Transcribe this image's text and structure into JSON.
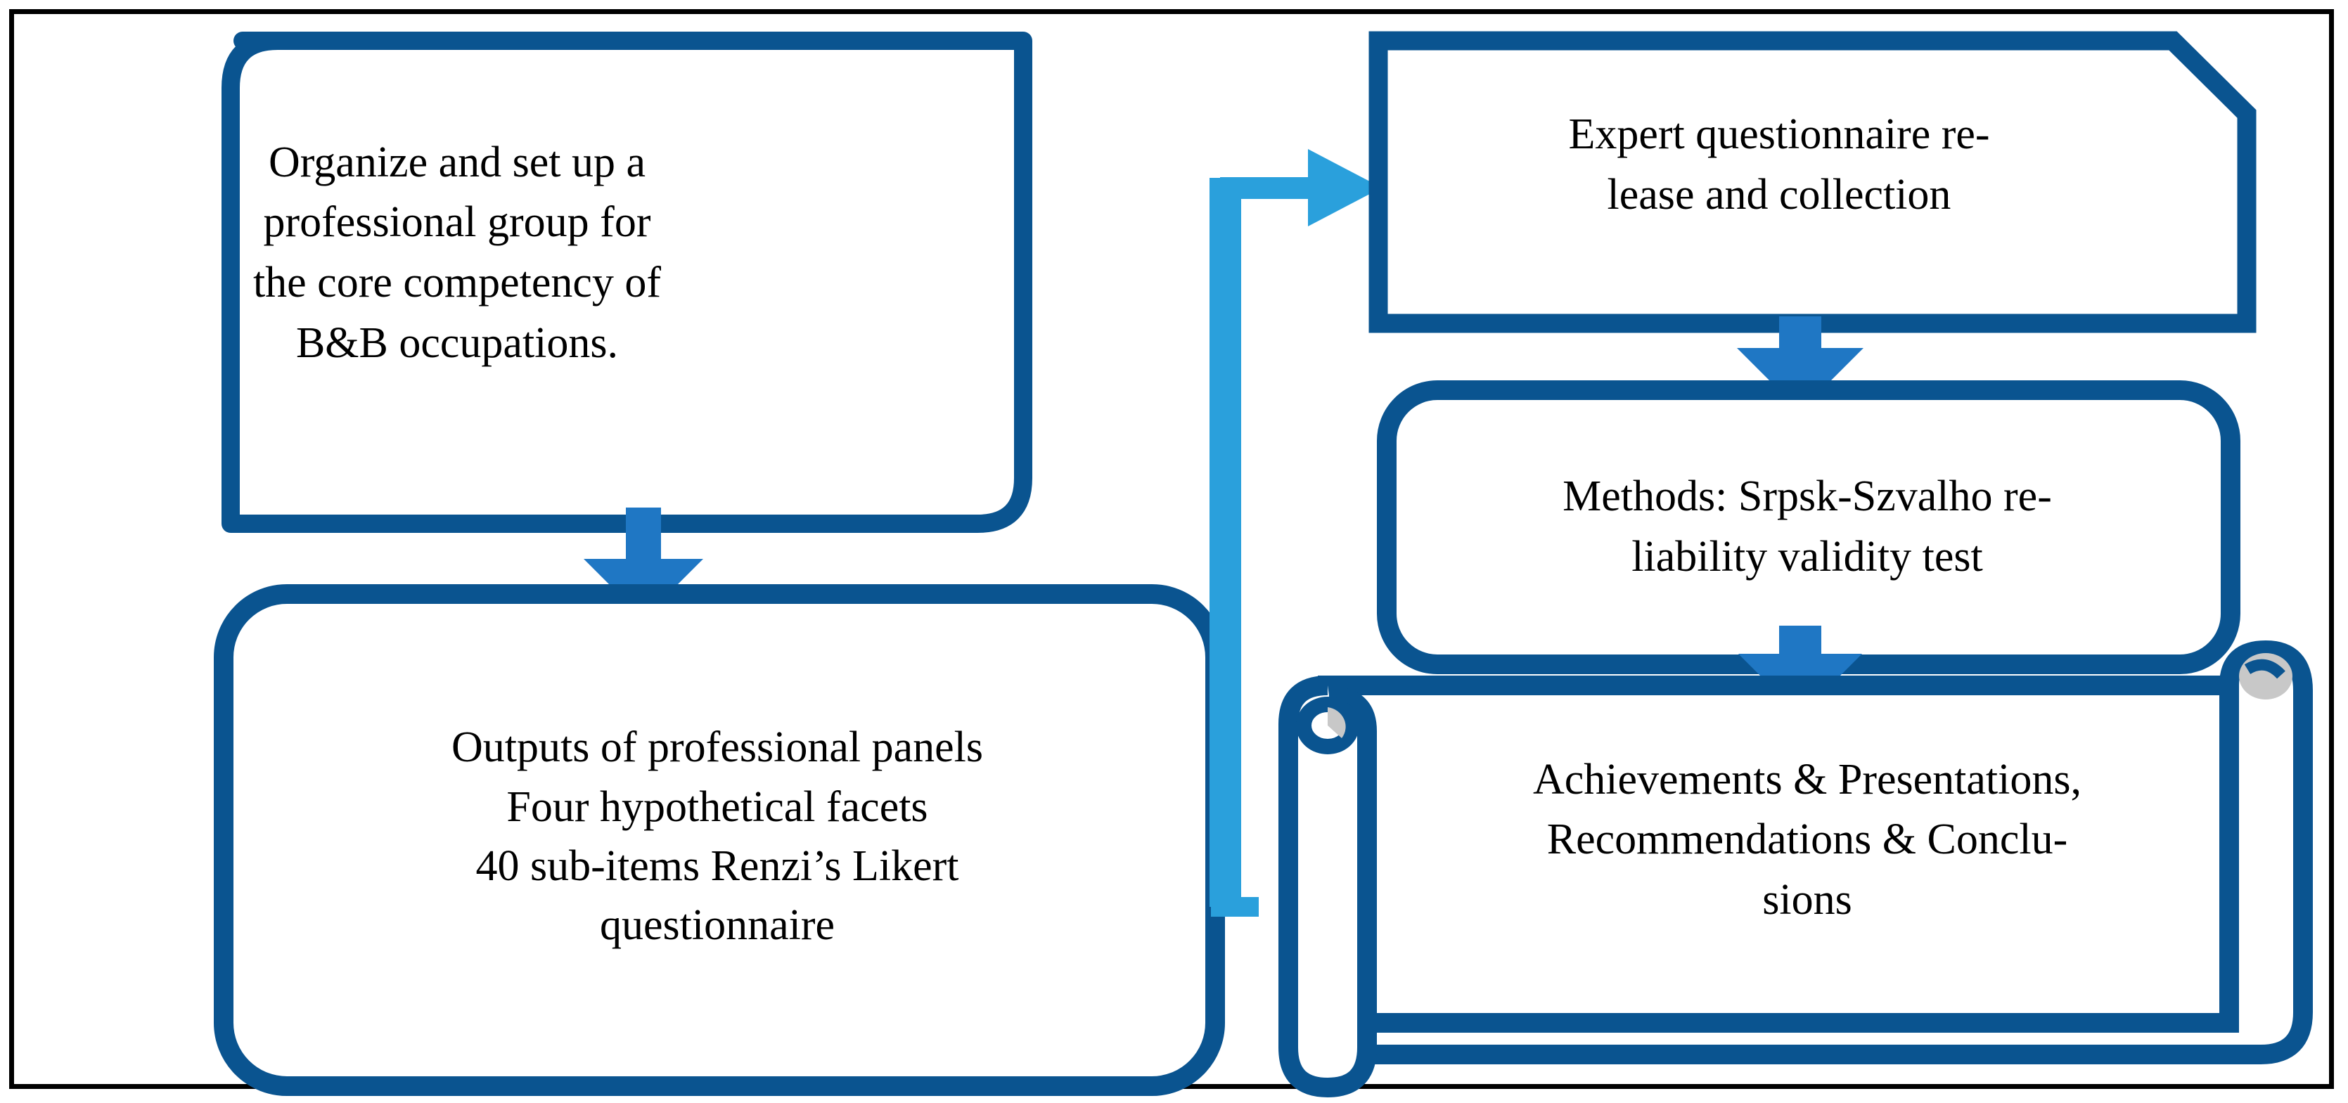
{
  "figure": {
    "kind": "flowchart",
    "orientation": "two-column",
    "colors": {
      "node_border_dark_blue": "#0A5490",
      "arrow_mid_blue": "#1F77C4",
      "connector_light_blue": "#2AA0DC",
      "frame_black": "#000000",
      "node_fill_white": "#FFFFFF",
      "scroll_curl_gray": "#C8C8C8"
    }
  },
  "nodes": [
    {
      "id": "node-1",
      "shape": "rounded-rectangle",
      "lines": [
        "Organize and set up a",
        "professional group for",
        "the core competency of",
        "B&B occupations."
      ]
    },
    {
      "id": "node-2",
      "shape": "rounded-rectangle",
      "lines": [
        "Outputs of professional panels",
        "Four hypothetical facets",
        "40 sub-items Renzi’s Likert",
        "questionnaire"
      ]
    },
    {
      "id": "node-3",
      "shape": "snip-corner-rectangle",
      "lines": [
        "Expert questionnaire re-",
        "lease and collection"
      ]
    },
    {
      "id": "node-4",
      "shape": "rounded-rectangle",
      "lines": [
        "Methods: Srpsk-Szvalho re-",
        "liability validity test"
      ]
    },
    {
      "id": "node-5",
      "shape": "horizontal-scroll",
      "lines": [
        "Achievements & Presentations,",
        "Recommendations & Conclu-",
        "sions"
      ]
    }
  ],
  "connectors": [
    {
      "id": "arrow-1-to-2",
      "type": "straight-down-arrow",
      "from": "node-1",
      "to": "node-2",
      "color": "#1F77C4"
    },
    {
      "id": "arrow-2-to-3",
      "type": "elbow-right-arrow",
      "from": "node-2",
      "to": "node-3",
      "color": "#2AA0DC"
    },
    {
      "id": "arrow-3-to-4",
      "type": "straight-down-arrow",
      "from": "node-3",
      "to": "node-4",
      "color": "#1F77C4"
    },
    {
      "id": "arrow-4-to-5",
      "type": "straight-down-arrow",
      "from": "node-4",
      "to": "node-5",
      "color": "#1F77C4"
    }
  ]
}
